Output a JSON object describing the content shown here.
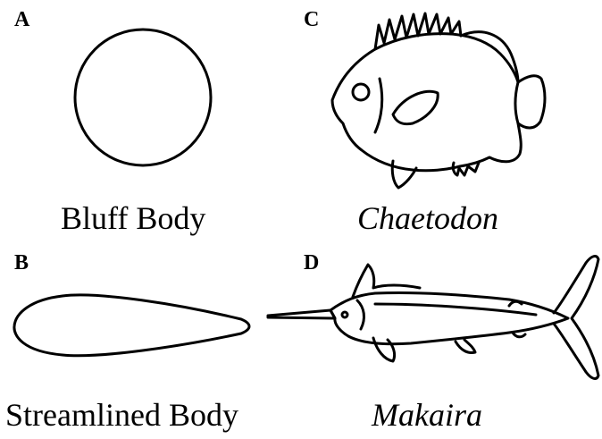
{
  "panels": {
    "a": {
      "letter": "A",
      "caption": "Bluff Body"
    },
    "b": {
      "letter": "B",
      "caption": "Streamlined Body"
    },
    "c": {
      "letter": "C",
      "caption": "Chaetodon"
    },
    "d": {
      "letter": "D",
      "caption": "Makaira"
    }
  }
}
